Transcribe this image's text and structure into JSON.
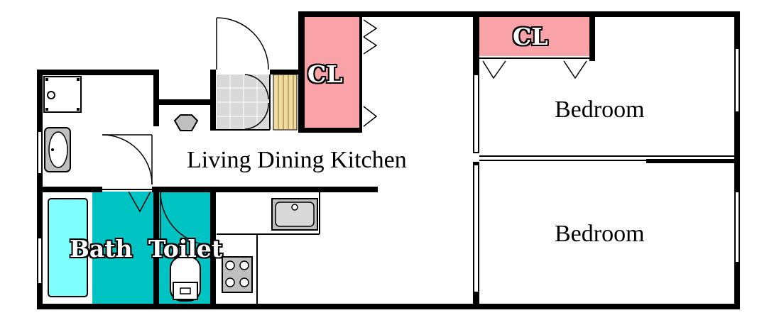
{
  "rooms": {
    "ldk": "Living Dining Kitchen",
    "bedroom_upper": "Bedroom",
    "bedroom_lower": "Bedroom",
    "bath": "Bath",
    "toilet": "Toilet",
    "closet_main": "CL",
    "closet_bedroom": "CL"
  },
  "colors": {
    "wall": "#000000",
    "closet": "#f9a3a8",
    "bath": "#00c4c4",
    "bathtub": "#80ffff",
    "stair": "#f0dca0",
    "entry_tile": "#d9d9d9",
    "fixture": "#bfbfbf"
  },
  "icons": [
    "door-swing-icon",
    "toilet-icon",
    "washbasin-icon",
    "washing-machine-icon",
    "sink-icon",
    "stove-icon",
    "window-icon"
  ]
}
